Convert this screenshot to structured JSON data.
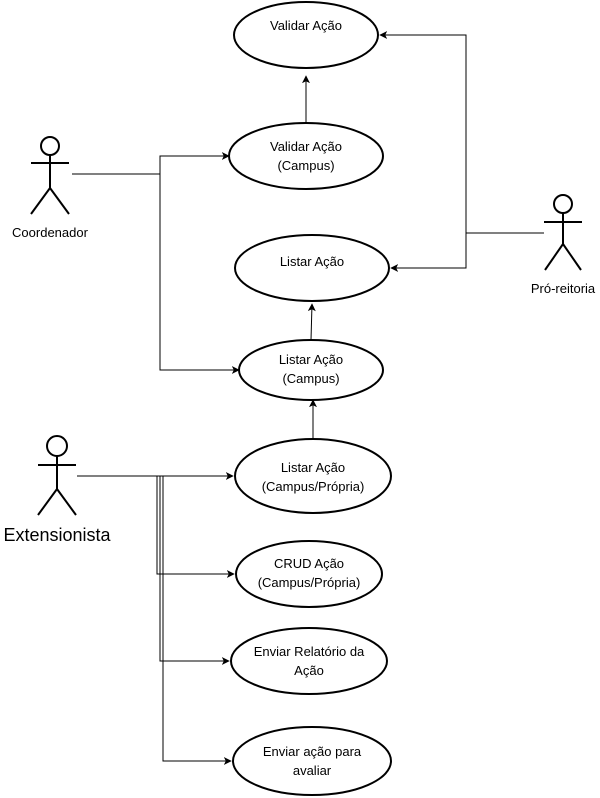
{
  "actors": {
    "coordenador": "Coordenador",
    "pro_reitoria": "Pró-reitoria",
    "extensionista": "Extensionista"
  },
  "use_cases": {
    "validar_acao": [
      "Validar Ação"
    ],
    "validar_acao_campus": [
      "Validar Ação",
      "(Campus)"
    ],
    "listar_acao": [
      "Listar Ação"
    ],
    "listar_acao_campus": [
      "Listar Ação",
      "(Campus)"
    ],
    "listar_acao_campus_propria": [
      "Listar Ação",
      "(Campus/Própria)"
    ],
    "crud_acao": [
      "CRUD Ação",
      "(Campus/Própria)"
    ],
    "enviar_relatorio": [
      "Enviar Relatório da",
      "Ação"
    ],
    "enviar_acao_avaliar": [
      "Enviar ação para",
      "avaliar"
    ]
  }
}
